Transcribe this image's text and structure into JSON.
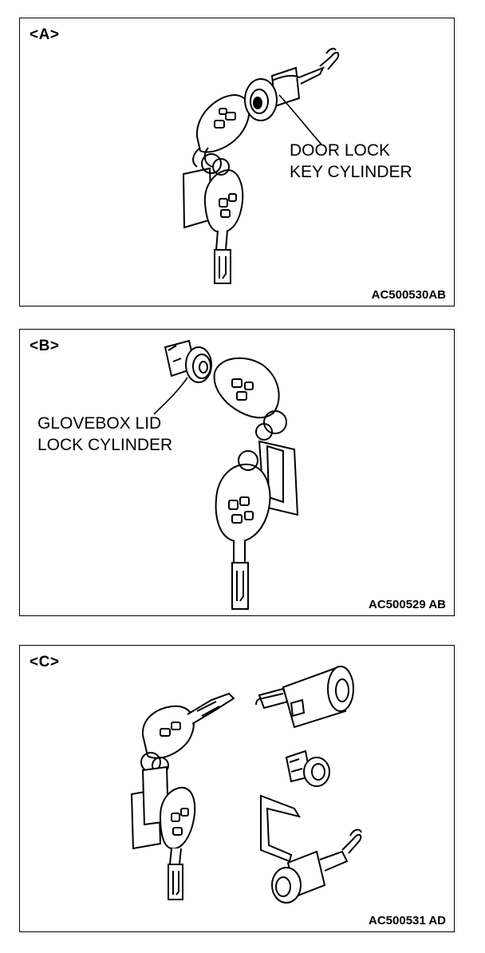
{
  "panels": [
    {
      "label": "<A>",
      "callout_lines": [
        "DOOR LOCK",
        "KEY CYLINDER"
      ],
      "code": "AC500530AB"
    },
    {
      "label": "<B>",
      "callout_lines": [
        "GLOVEBOX LID",
        "LOCK CYLINDER"
      ],
      "code": "AC500529 AB"
    },
    {
      "label": "<C>",
      "code": "AC500531 AD"
    }
  ],
  "icons": [
    "key-fob-icon",
    "door-lock-cylinder-icon",
    "glovebox-lock-cylinder-icon",
    "ignition-cylinder-icon",
    "retainer-clip-icon",
    "key-tag-icon"
  ],
  "colors": {
    "line": "#000000",
    "background": "#ffffff"
  }
}
